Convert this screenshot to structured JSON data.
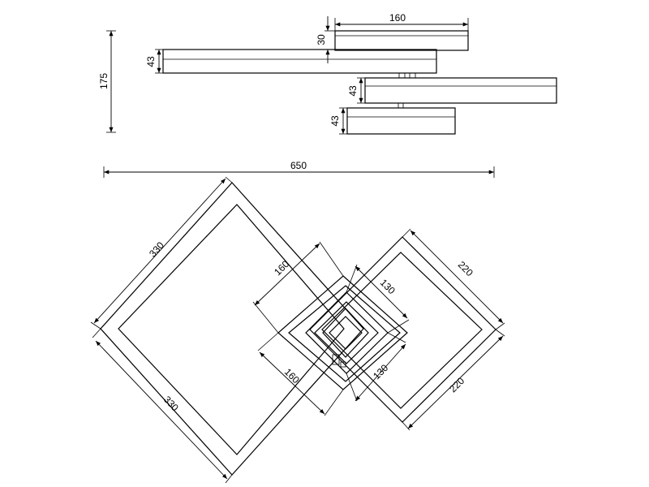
{
  "side_view": {
    "total_height": "175",
    "top_panel_width": "160",
    "top_panel_height": "30",
    "large_panel_height": "43",
    "middle_panel_height": "43",
    "bottom_panel_height": "43"
  },
  "top_view": {
    "overall_width": "650",
    "large_square_side_upper": "330",
    "large_square_side_lower": "330",
    "medium_square_side_upper": "220",
    "medium_square_side_lower": "220",
    "center_square_160_upper": "160",
    "center_square_160_lower": "160",
    "center_square_130_upper": "130",
    "center_square_130_lower": "130"
  }
}
